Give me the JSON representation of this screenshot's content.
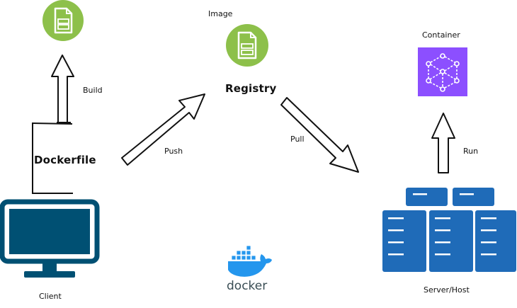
{
  "labels": {
    "image": "Image",
    "registry": "Registry",
    "container": "Container",
    "build": "Build",
    "dockerfile": "Dockerfile",
    "push": "Push",
    "pull": "Pull",
    "run": "Run",
    "client": "Client",
    "server_host": "Server/Host",
    "docker_logo": "docker"
  },
  "colors": {
    "file_icon_green": "#8dc04a",
    "container_purple": "#8c4fff",
    "monitor_blue": "#005073",
    "server_blue": "#1f6bb8",
    "docker_blue": "#2496ed",
    "docker_text": "#394d54"
  },
  "icons": {
    "build_output": "file-icon",
    "registry_image": "file-icon",
    "container": "container-cube-icon",
    "client": "monitor-icon",
    "server": "server-rack-icon",
    "logo": "docker-whale-icon"
  }
}
